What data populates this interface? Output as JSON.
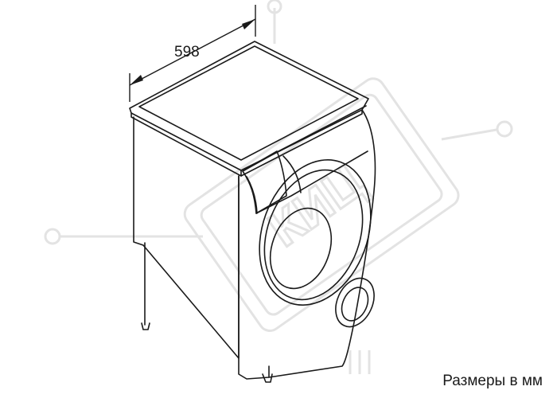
{
  "dimension": {
    "width_value": "598"
  },
  "caption": {
    "text": "Размеры в мм"
  },
  "watermark": {
    "text": "КИЦ"
  },
  "colors": {
    "line": "#1a1a1a",
    "watermark": "#e3e3e3"
  },
  "icons": [
    "dimension-arrow-icon"
  ]
}
